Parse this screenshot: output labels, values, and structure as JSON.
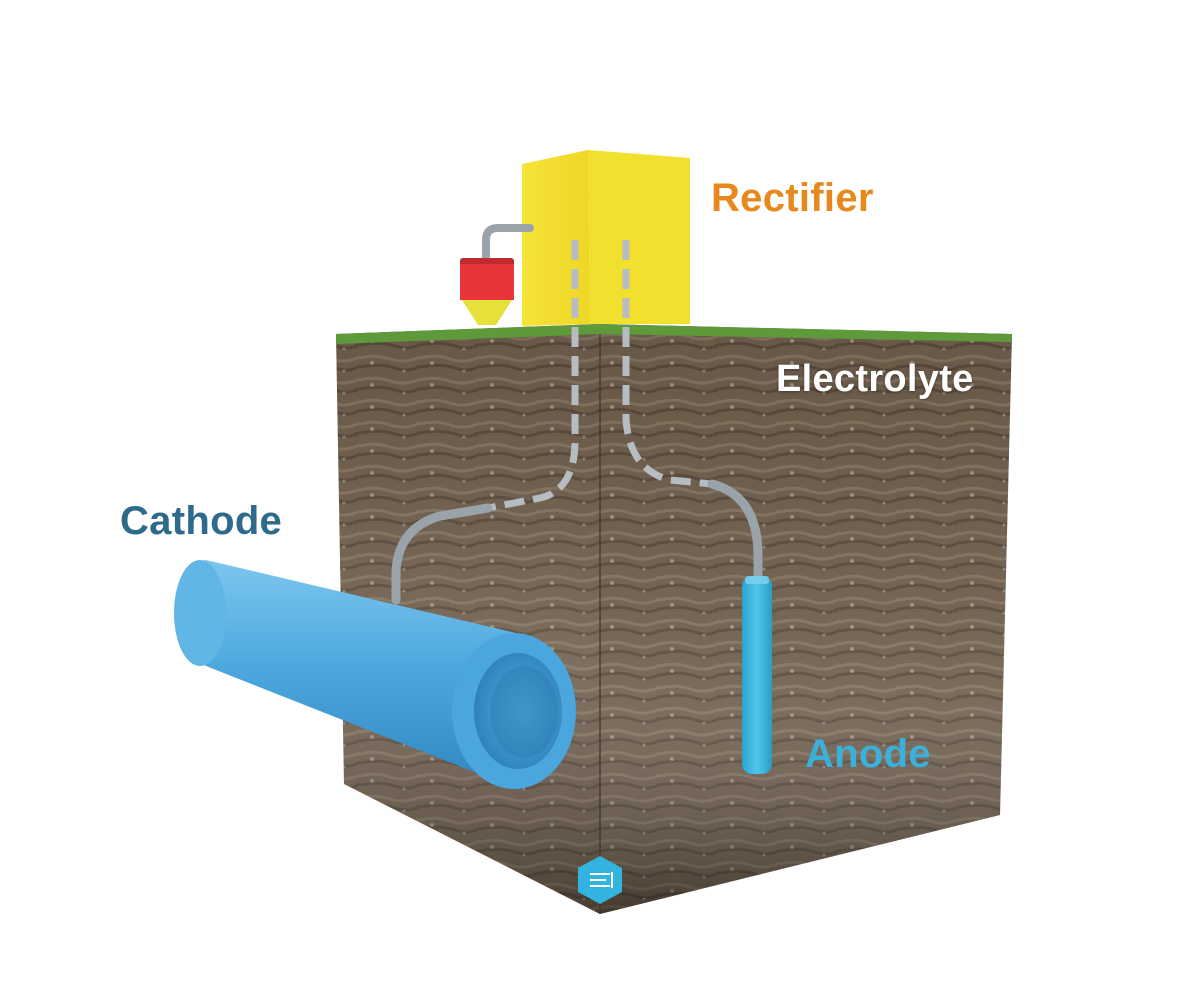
{
  "labels": {
    "rectifier": "Rectifier",
    "electrolyte": "Electrolyte",
    "cathode": "Cathode",
    "anode": "Anode"
  },
  "colors": {
    "rectifier_label": "#E8891E",
    "electrolyte_label": "#FFFFFF",
    "cathode_label": "#2D6A8C",
    "anode_label": "#3AB0DB",
    "rectifier_box": "#F2E02E",
    "pipe": "#4FA9DF",
    "anode_rod": "#37B8E0",
    "wire": "#9AA3AA",
    "soil": "#6B5A48",
    "grass": "#5E9A3A",
    "junction_red": "#E8343B",
    "badge": "#33B3E0"
  },
  "icons": {
    "badge": "document-lines-icon"
  }
}
